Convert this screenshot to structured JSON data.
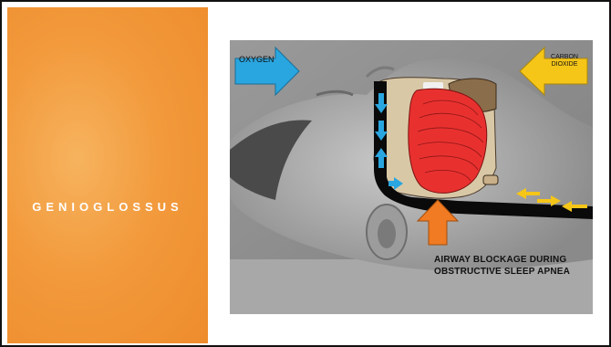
{
  "slide": {
    "title": "GENIOGLOSSUS"
  },
  "figure": {
    "oxygen_label": "OXYGEN",
    "co2_label_line1": "CARBON",
    "co2_label_line2": "DIOXIDE",
    "blockage_line1": "AIRWAY BLOCKAGE DURING",
    "blockage_line2": "OBSTRUCTIVE SLEEP APNEA"
  },
  "colors": {
    "orange_panel": "#f29a3c",
    "oxygen_arrow": "#29a6e0",
    "co2_arrow": "#f5c518",
    "blockage_arrow": "#f07b22",
    "tongue": "#e8312f",
    "airway": "#0a0a0a",
    "tissue": "#d9c8a6"
  }
}
